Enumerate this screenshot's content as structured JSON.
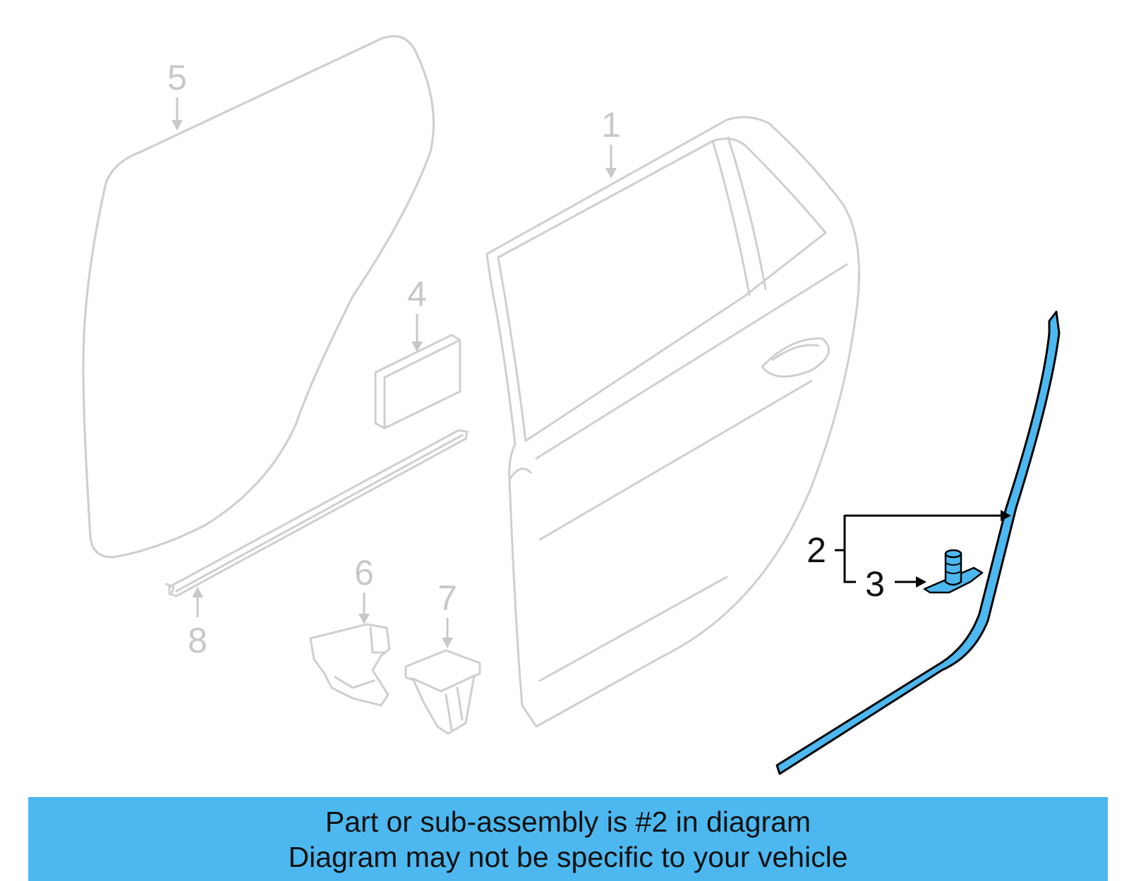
{
  "callouts": {
    "c1": "1",
    "c2": "2",
    "c3": "3",
    "c4": "4",
    "c5": "5",
    "c6": "6",
    "c7": "7",
    "c8": "8"
  },
  "highlight_color": "#4db8f0",
  "banner": {
    "line1": "Part or sub-assembly is #2 in diagram",
    "line2": "Diagram may not be specific to your vehicle"
  }
}
